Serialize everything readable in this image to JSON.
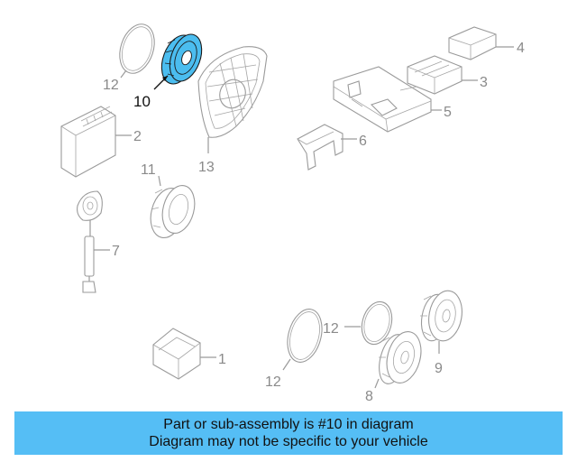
{
  "diagram": {
    "highlight_color": "#4bbdef",
    "callouts": [
      {
        "id": "c1",
        "text": "1"
      },
      {
        "id": "c2",
        "text": "2"
      },
      {
        "id": "c3",
        "text": "3"
      },
      {
        "id": "c4",
        "text": "4"
      },
      {
        "id": "c5",
        "text": "5"
      },
      {
        "id": "c6",
        "text": "6"
      },
      {
        "id": "c7",
        "text": "7"
      },
      {
        "id": "c8",
        "text": "8"
      },
      {
        "id": "c9",
        "text": "9"
      },
      {
        "id": "c10",
        "text": "10"
      },
      {
        "id": "c11",
        "text": "11"
      },
      {
        "id": "c12a",
        "text": "12"
      },
      {
        "id": "c12b",
        "text": "12"
      },
      {
        "id": "c12c",
        "text": "12"
      },
      {
        "id": "c13",
        "text": "13"
      }
    ]
  },
  "banner": {
    "line1": "Part or sub-assembly is #10 in diagram",
    "line2": "Diagram may not be specific to your vehicle",
    "bg_color": "#55bef5"
  }
}
